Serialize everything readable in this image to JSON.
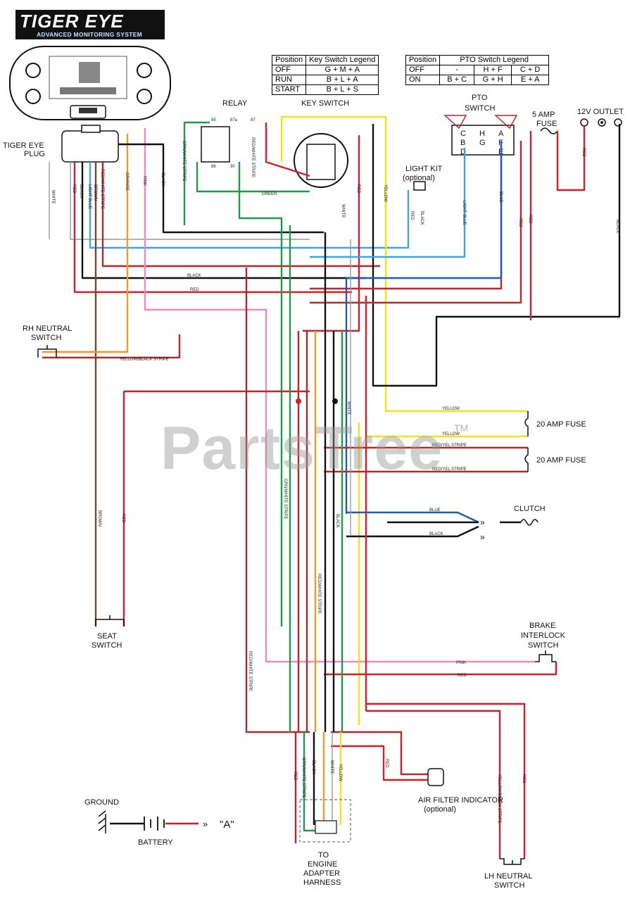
{
  "logo": {
    "title": "TIGER EYE",
    "subtitle": "ADVANCED MONITORING SYSTEM"
  },
  "key_switch_legend": {
    "headers": [
      "Position",
      "Key Switch Legend"
    ],
    "rows": [
      [
        "OFF",
        "G + M + A"
      ],
      [
        "RUN",
        "B + L + A"
      ],
      [
        "START",
        "B + L + S"
      ]
    ]
  },
  "pto_switch_legend": {
    "headers": [
      "Position",
      "PTO Switch Legend"
    ],
    "rows": [
      [
        "OFF",
        "-",
        "H + F",
        "C + D"
      ],
      [
        "ON",
        "B + C",
        "G + H",
        "E + A"
      ]
    ]
  },
  "components": {
    "tiger_eye_plug": "TIGER EYE PLUG",
    "relay": "RELAY",
    "key_switch": "KEY SWITCH",
    "pto_switch": "PTO SWITCH",
    "amp_fuse_5": "5 AMP FUSE",
    "outlet_12v": "12V OUTLET",
    "light_kit": "LIGHT KIT",
    "light_kit_note": "(optional)",
    "rh_neutral": "RH NEUTRAL SWITCH",
    "seat_switch": "SEAT SWITCH",
    "fuse_20_a": "20 AMP FUSE",
    "fuse_20_b": "20 AMP FUSE",
    "clutch": "CLUTCH",
    "brake_interlock": "BRAKE INTERLOCK SWITCH",
    "air_filter": "AIR FILTER INDICATOR",
    "air_filter_note": "(optional)",
    "ground": "GROUND",
    "battery": "BATTERY",
    "battery_ref": "\"A\"",
    "engine_harness": "TO ENGINE ADAPTER HARNESS",
    "lh_neutral": "LH NEUTRAL SWITCH"
  },
  "relay_pins": [
    "85",
    "87a",
    "87",
    "86",
    "30"
  ],
  "pto_pins": [
    "C",
    "H",
    "A",
    "B",
    "G",
    "F",
    "D",
    "E"
  ],
  "wire_labels": {
    "white": "WHITE",
    "red": "RED",
    "black": "BLACK",
    "light_blue": "LIGHT BLUE",
    "brown": "BROWN",
    "red_white": "RED/WHITE STRIPE",
    "orange": "ORANGE",
    "pink": "PINK",
    "green": "GREEN",
    "green_white": "GRN/WHITE STRIPE",
    "yellow": "YELLOW",
    "blue": "BLUE",
    "red_yellow": "RED/YEL STRIPE",
    "yellow_black": "YELLOW/BLACK STRIPE"
  },
  "colors": {
    "black": "#111111",
    "red": "#d0202a",
    "dark_red": "#b3282e",
    "green": "#1f9a48",
    "yellow": "#f2e21a",
    "pink": "#e98cc2",
    "orange": "#ef9a2a",
    "blue": "#1d5faa",
    "light_blue": "#3aa6e6",
    "brown": "#6e4a2c",
    "white_wire": "#9a9a9a"
  },
  "watermark": {
    "text": "PartsTree",
    "tm": "TM"
  }
}
